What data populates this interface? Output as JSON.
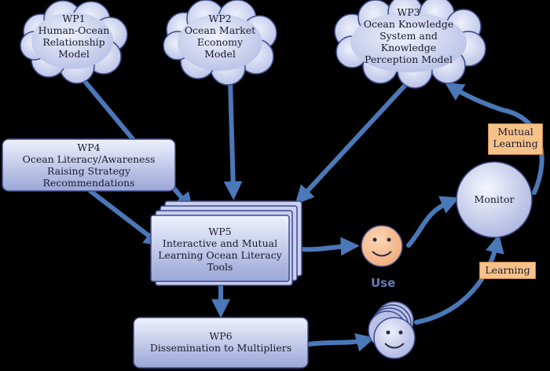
{
  "nodes": {
    "wp1": {
      "lines": [
        "WP1",
        "Human-Ocean",
        "Relationship",
        "Model"
      ]
    },
    "wp2": {
      "lines": [
        "WP2",
        "Ocean Market",
        "Economy",
        "Model"
      ]
    },
    "wp3": {
      "lines": [
        "WP3",
        "Ocean Knowledge",
        "System and",
        "Knowledge",
        "Perception Model"
      ]
    },
    "wp4": {
      "lines": [
        "WP4",
        "Ocean Literacy/Awareness",
        "Raising Strategy",
        "Recommendations"
      ]
    },
    "wp5": {
      "lines": [
        "WP5",
        "Interactive and Mutual",
        "Learning Ocean Literacy",
        "Tools"
      ]
    },
    "wp6": {
      "lines": [
        "WP6",
        "Dissemination to Multipliers"
      ]
    },
    "monitor": {
      "label": "Monitor"
    },
    "use": {
      "label": "Use"
    },
    "mutual_learning": {
      "lines": [
        "Mutual",
        "Learning"
      ]
    },
    "learning": {
      "label": "Learning"
    }
  },
  "colors": {
    "background": "#000000",
    "arrow": "#4a78b8",
    "node_fill_light": "#e8ecfa",
    "node_fill_dark": "#9aa6d6",
    "tag_fill": "#f6c28a",
    "smiley_fill": "#f6b98a",
    "use_text": "#6b7ab8"
  }
}
